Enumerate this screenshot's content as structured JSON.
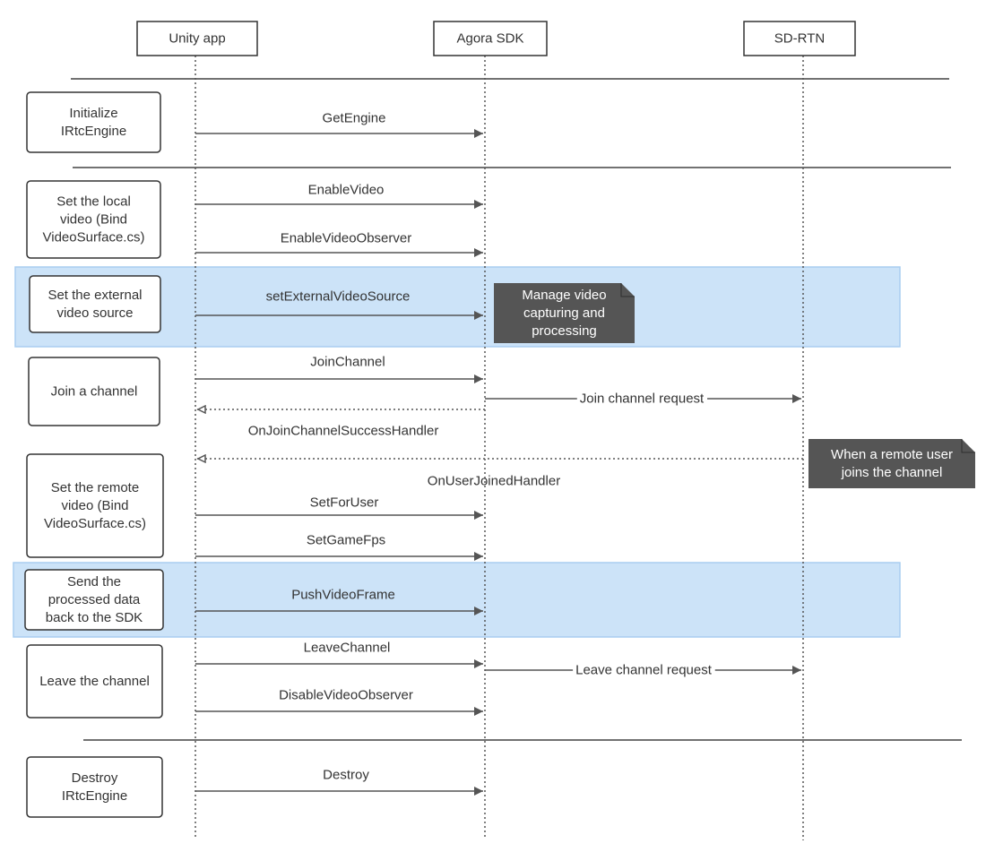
{
  "participants": [
    {
      "id": "unity",
      "label": "Unity app"
    },
    {
      "id": "sdk",
      "label": "Agora SDK"
    },
    {
      "id": "sdrtn",
      "label": "SD-RTN"
    }
  ],
  "steps": [
    {
      "id": "init",
      "lines": [
        "Initialize",
        "IRtcEngine"
      ]
    },
    {
      "id": "local-video",
      "lines": [
        "Set the local",
        "video (Bind",
        "VideoSurface.cs)"
      ]
    },
    {
      "id": "external-source",
      "lines": [
        "Set the external",
        "video source"
      ]
    },
    {
      "id": "join",
      "lines": [
        "Join a channel"
      ]
    },
    {
      "id": "remote-video",
      "lines": [
        "Set the remote",
        "video (Bind",
        "VideoSurface.cs)"
      ]
    },
    {
      "id": "send-processed",
      "lines": [
        "Send the",
        "processed data",
        "back to the SDK"
      ]
    },
    {
      "id": "leave",
      "lines": [
        "Leave the channel"
      ]
    },
    {
      "id": "destroy",
      "lines": [
        "Destroy",
        "IRtcEngine"
      ]
    }
  ],
  "messages": [
    {
      "id": "get-engine",
      "label": "GetEngine",
      "from": "unity",
      "to": "sdk",
      "style": "solid"
    },
    {
      "id": "enable-video",
      "label": "EnableVideo",
      "from": "unity",
      "to": "sdk",
      "style": "solid"
    },
    {
      "id": "enable-video-observer",
      "label": "EnableVideoObserver",
      "from": "unity",
      "to": "sdk",
      "style": "solid"
    },
    {
      "id": "set-external-video-source",
      "label": "setExternalVideoSource",
      "from": "unity",
      "to": "sdk",
      "style": "solid"
    },
    {
      "id": "join-channel",
      "label": "JoinChannel",
      "from": "unity",
      "to": "sdk",
      "style": "solid"
    },
    {
      "id": "join-channel-request",
      "label": "Join channel request",
      "from": "sdk",
      "to": "sdrtn",
      "style": "solid"
    },
    {
      "id": "on-join-channel-success",
      "label": "OnJoinChannelSuccessHandler",
      "from": "sdk",
      "to": "unity",
      "style": "dotted"
    },
    {
      "id": "on-user-joined",
      "label": "OnUserJoinedHandler",
      "from": "sdrtn",
      "to": "unity",
      "style": "dotted"
    },
    {
      "id": "set-for-user",
      "label": "SetForUser",
      "from": "unity",
      "to": "sdk",
      "style": "solid"
    },
    {
      "id": "set-game-fps",
      "label": "SetGameFps",
      "from": "unity",
      "to": "sdk",
      "style": "solid"
    },
    {
      "id": "push-video-frame",
      "label": "PushVideoFrame",
      "from": "unity",
      "to": "sdk",
      "style": "solid"
    },
    {
      "id": "leave-channel",
      "label": "LeaveChannel",
      "from": "unity",
      "to": "sdk",
      "style": "solid"
    },
    {
      "id": "leave-channel-request",
      "label": "Leave channel request",
      "from": "sdk",
      "to": "sdrtn",
      "style": "solid"
    },
    {
      "id": "disable-video-observer",
      "label": "DisableVideoObserver",
      "from": "unity",
      "to": "sdk",
      "style": "solid"
    },
    {
      "id": "destroy",
      "label": "Destroy",
      "from": "unity",
      "to": "sdk",
      "style": "solid"
    }
  ],
  "notes": [
    {
      "id": "manage-video",
      "lines": [
        "Manage video",
        "capturing and",
        "processing"
      ]
    },
    {
      "id": "remote-user-joins",
      "lines": [
        "When a remote user",
        "joins the channel"
      ]
    }
  ],
  "colors": {
    "line": "#555555",
    "text": "#333333",
    "highlight_fill": "#cce3f8",
    "highlight_stroke": "#a9cdf0",
    "note_fill": "#555555",
    "note_text": "#ffffff"
  }
}
